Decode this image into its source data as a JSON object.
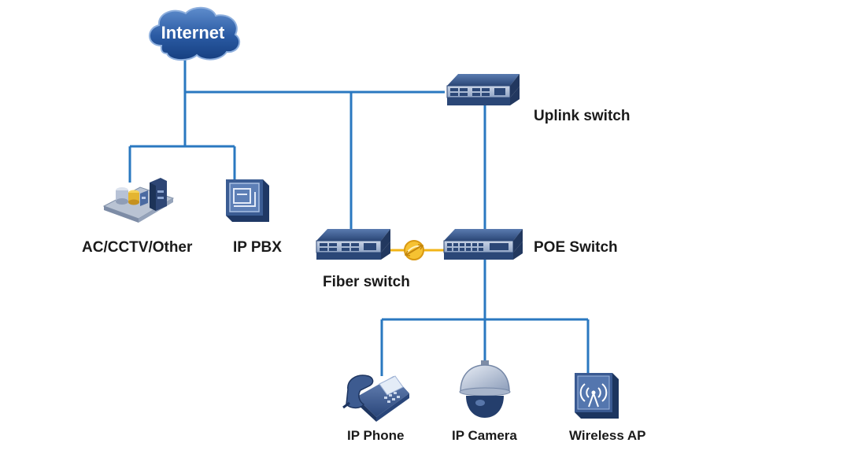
{
  "diagram": {
    "labels": {
      "internet": "Internet",
      "uplink_switch": "Uplink switch",
      "ac_cctv_other": "AC/CCTV/Other",
      "ip_pbx": "IP PBX",
      "fiber_switch": "Fiber switch",
      "poe_switch": "POE Switch",
      "ip_phone": "IP Phone",
      "ip_camera": "IP Camera",
      "wireless_ap": "Wireless AP"
    },
    "colors": {
      "link": "#2a78c0",
      "fiber_link": "#f2b418",
      "device_dark": "#2d4a7a",
      "device_light": "#6f8fbf",
      "cloud": "#1f4f96"
    },
    "icons": [
      "cloud-icon",
      "switch-icon",
      "server-rack-icon",
      "pbx-icon",
      "fiber-connector-icon",
      "phone-icon",
      "dome-camera-icon",
      "wifi-access-point-icon"
    ]
  }
}
